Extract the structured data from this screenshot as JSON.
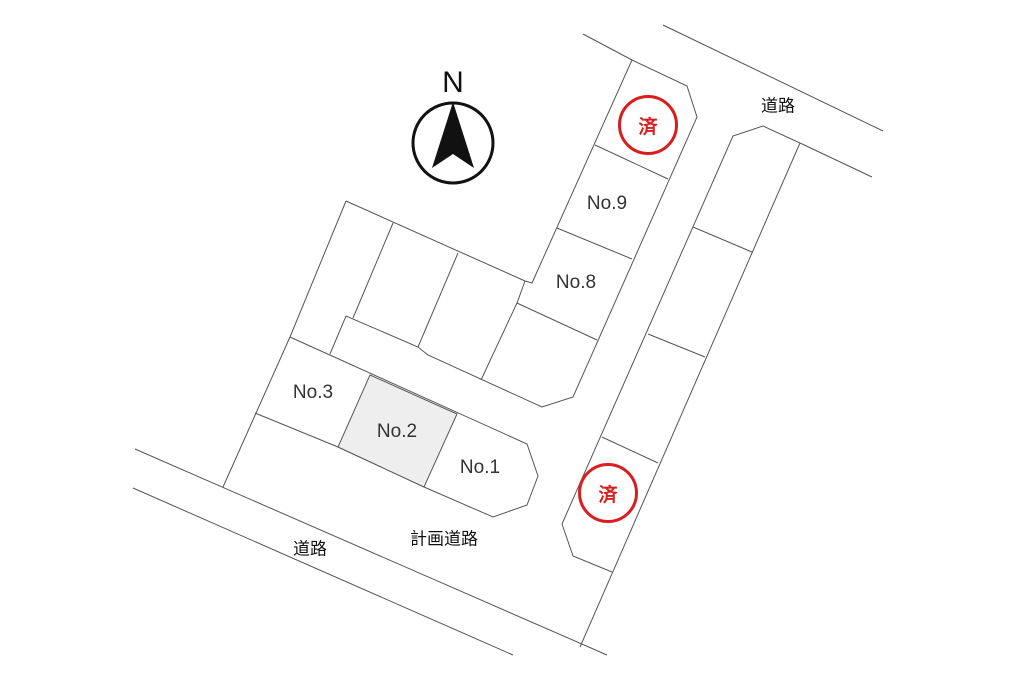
{
  "compass": {
    "label": "N"
  },
  "lots": [
    {
      "id": "lot-1",
      "label": "No.1"
    },
    {
      "id": "lot-2",
      "label": "No.2",
      "highlighted": true,
      "fill": "#eeeeee"
    },
    {
      "id": "lot-3",
      "label": "No.3"
    },
    {
      "id": "lot-8",
      "label": "No.8"
    },
    {
      "id": "lot-9",
      "label": "No.9"
    }
  ],
  "sold_stamps": [
    {
      "label": "済",
      "color": "#d81e1e"
    },
    {
      "label": "済",
      "color": "#d81e1e"
    }
  ],
  "roads": {
    "north_east": "道路",
    "planned": "計画道路",
    "south_west": "道路"
  }
}
